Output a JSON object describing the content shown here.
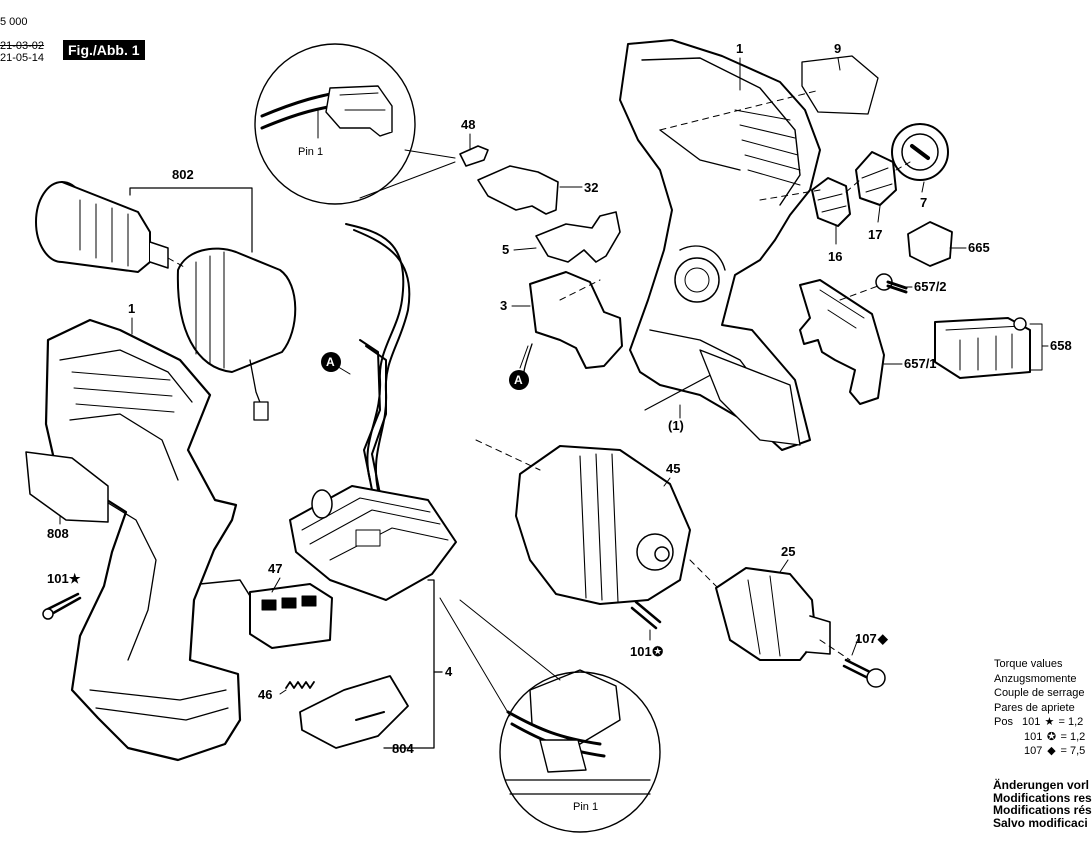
{
  "header": {
    "doc_number_partial": "5 000",
    "date_old": "21-03-02",
    "date_new": "21-05-14",
    "figure_title": "Fig./Abb. 1"
  },
  "callouts": {
    "pin_top": "Pin 1",
    "pin_bottom": "Pin 1",
    "conn_a_top": "A",
    "conn_a_bottom": "A"
  },
  "part_labels": {
    "p1_top": "1",
    "p9": "9",
    "p48": "48",
    "p32": "32",
    "p802": "802",
    "p5": "5",
    "p3": "3",
    "p7": "7",
    "p17": "17",
    "p16": "16",
    "p665": "665",
    "p657_2": "657/2",
    "p658": "658",
    "p657_1": "657/1",
    "p1_paren": "(1)",
    "p1_left": "1",
    "p808": "808",
    "p101_star": "101",
    "p47": "47",
    "p45": "45",
    "p25": "25",
    "p101_gear": "101",
    "p107": "107",
    "p46": "46",
    "p4": "4",
    "p804": "804"
  },
  "torque": {
    "lines": [
      "Torque values",
      "Anzugsmomente",
      "Couple de serrage",
      "Pares de apriete"
    ],
    "pos_label": "Pos",
    "rows": [
      {
        "pos": "101",
        "symbol": "★",
        "value": "= 1,2"
      },
      {
        "pos": "101",
        "symbol": "✪",
        "value": "= 1,2"
      },
      {
        "pos": "107",
        "symbol": "◆",
        "value": "= 7,5"
      }
    ]
  },
  "changes_notice": [
    "Änderungen vorl",
    "Modifications res",
    "Modifications rés",
    "Salvo modificaci"
  ],
  "symbols": {
    "star": "★",
    "gear": "✪",
    "diamond": "◆"
  }
}
